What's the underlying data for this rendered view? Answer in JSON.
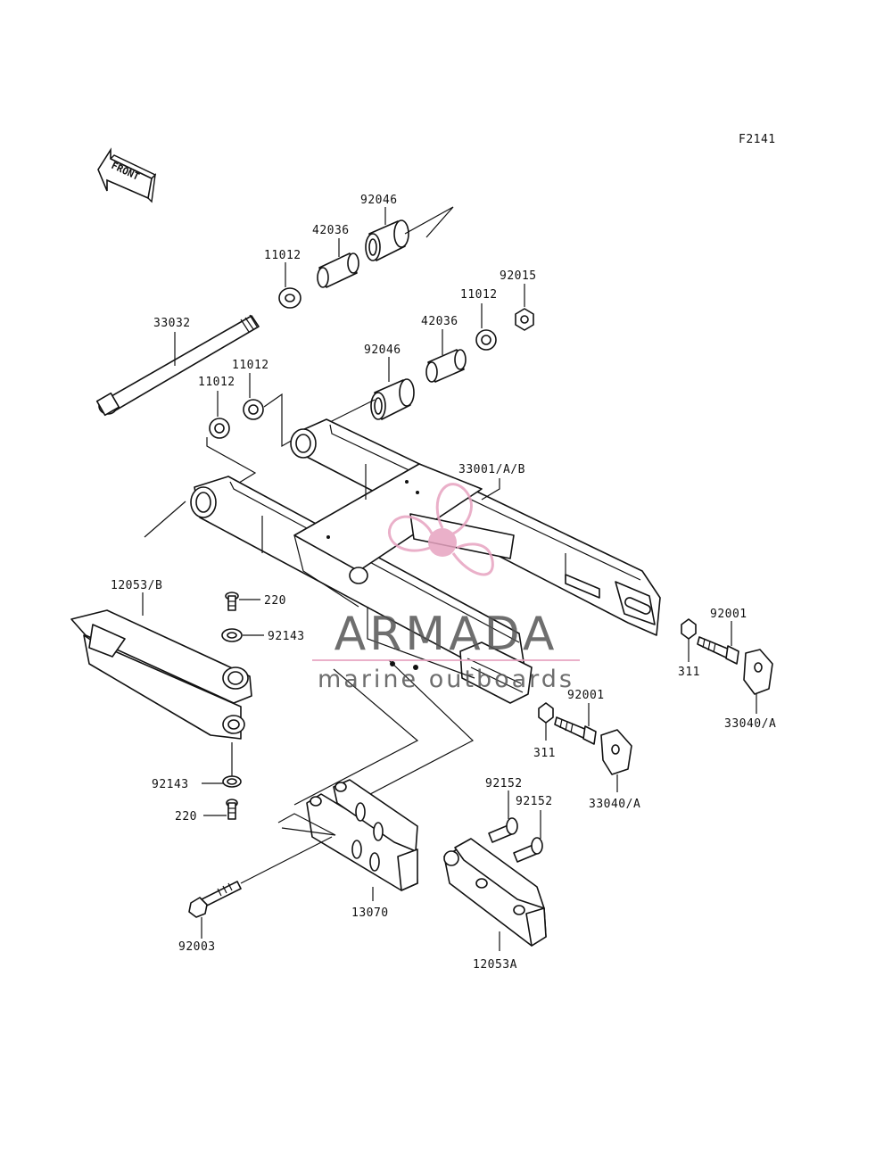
{
  "figure_code": "F2141",
  "front_arrow_label": "FRONT",
  "parts": {
    "p33032": "33032",
    "p11012_a": "11012",
    "p42036_a": "42036",
    "p92046_a": "92046",
    "p92015": "92015",
    "p11012_b": "11012",
    "p42036_b": "42036",
    "p92046_b": "92046",
    "p11012_c": "11012",
    "p11012_d": "11012",
    "p33001": "33001/A/B",
    "p12053b": "12053/B",
    "p220_a": "220",
    "p92143_a": "92143",
    "p92001_a": "92001",
    "p311_a": "311",
    "p33040_a": "33040/A",
    "p92001_b": "92001",
    "p311_b": "311",
    "p33040_b": "33040/A",
    "p92143_b": "92143",
    "p220_b": "220",
    "p92152_a": "92152",
    "p92152_b": "92152",
    "p13070": "13070",
    "p92003": "92003",
    "p12053a": "12053A"
  },
  "watermark": {
    "brand": "ARMADA",
    "tagline": "marine outboards",
    "accent_color": "#e7a3c0"
  }
}
